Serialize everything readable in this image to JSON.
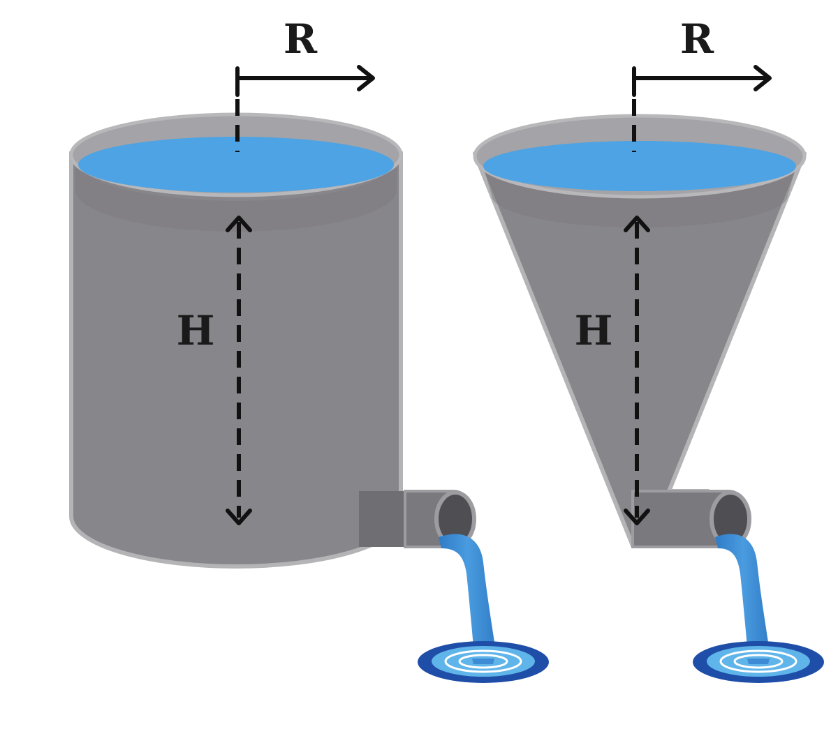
{
  "tanks": [
    {
      "shape": "cylinder",
      "radius_label": "R",
      "height_label": "H"
    },
    {
      "shape": "cone",
      "radius_label": "R",
      "height_label": "H"
    }
  ],
  "colors": {
    "tank_body": "#87868a",
    "tank_rim": "#a4a3a7",
    "tank_outline": "#b4b3b6",
    "water_surface": "#4da3e3",
    "water_stream": "#3d8bd4",
    "pool_outer": "#1f4ea8",
    "pool_inner": "#5fb4ea",
    "pipe": "#7a797d",
    "pipe_opening": "#4f4e52",
    "dimension_lines": "#111111"
  }
}
